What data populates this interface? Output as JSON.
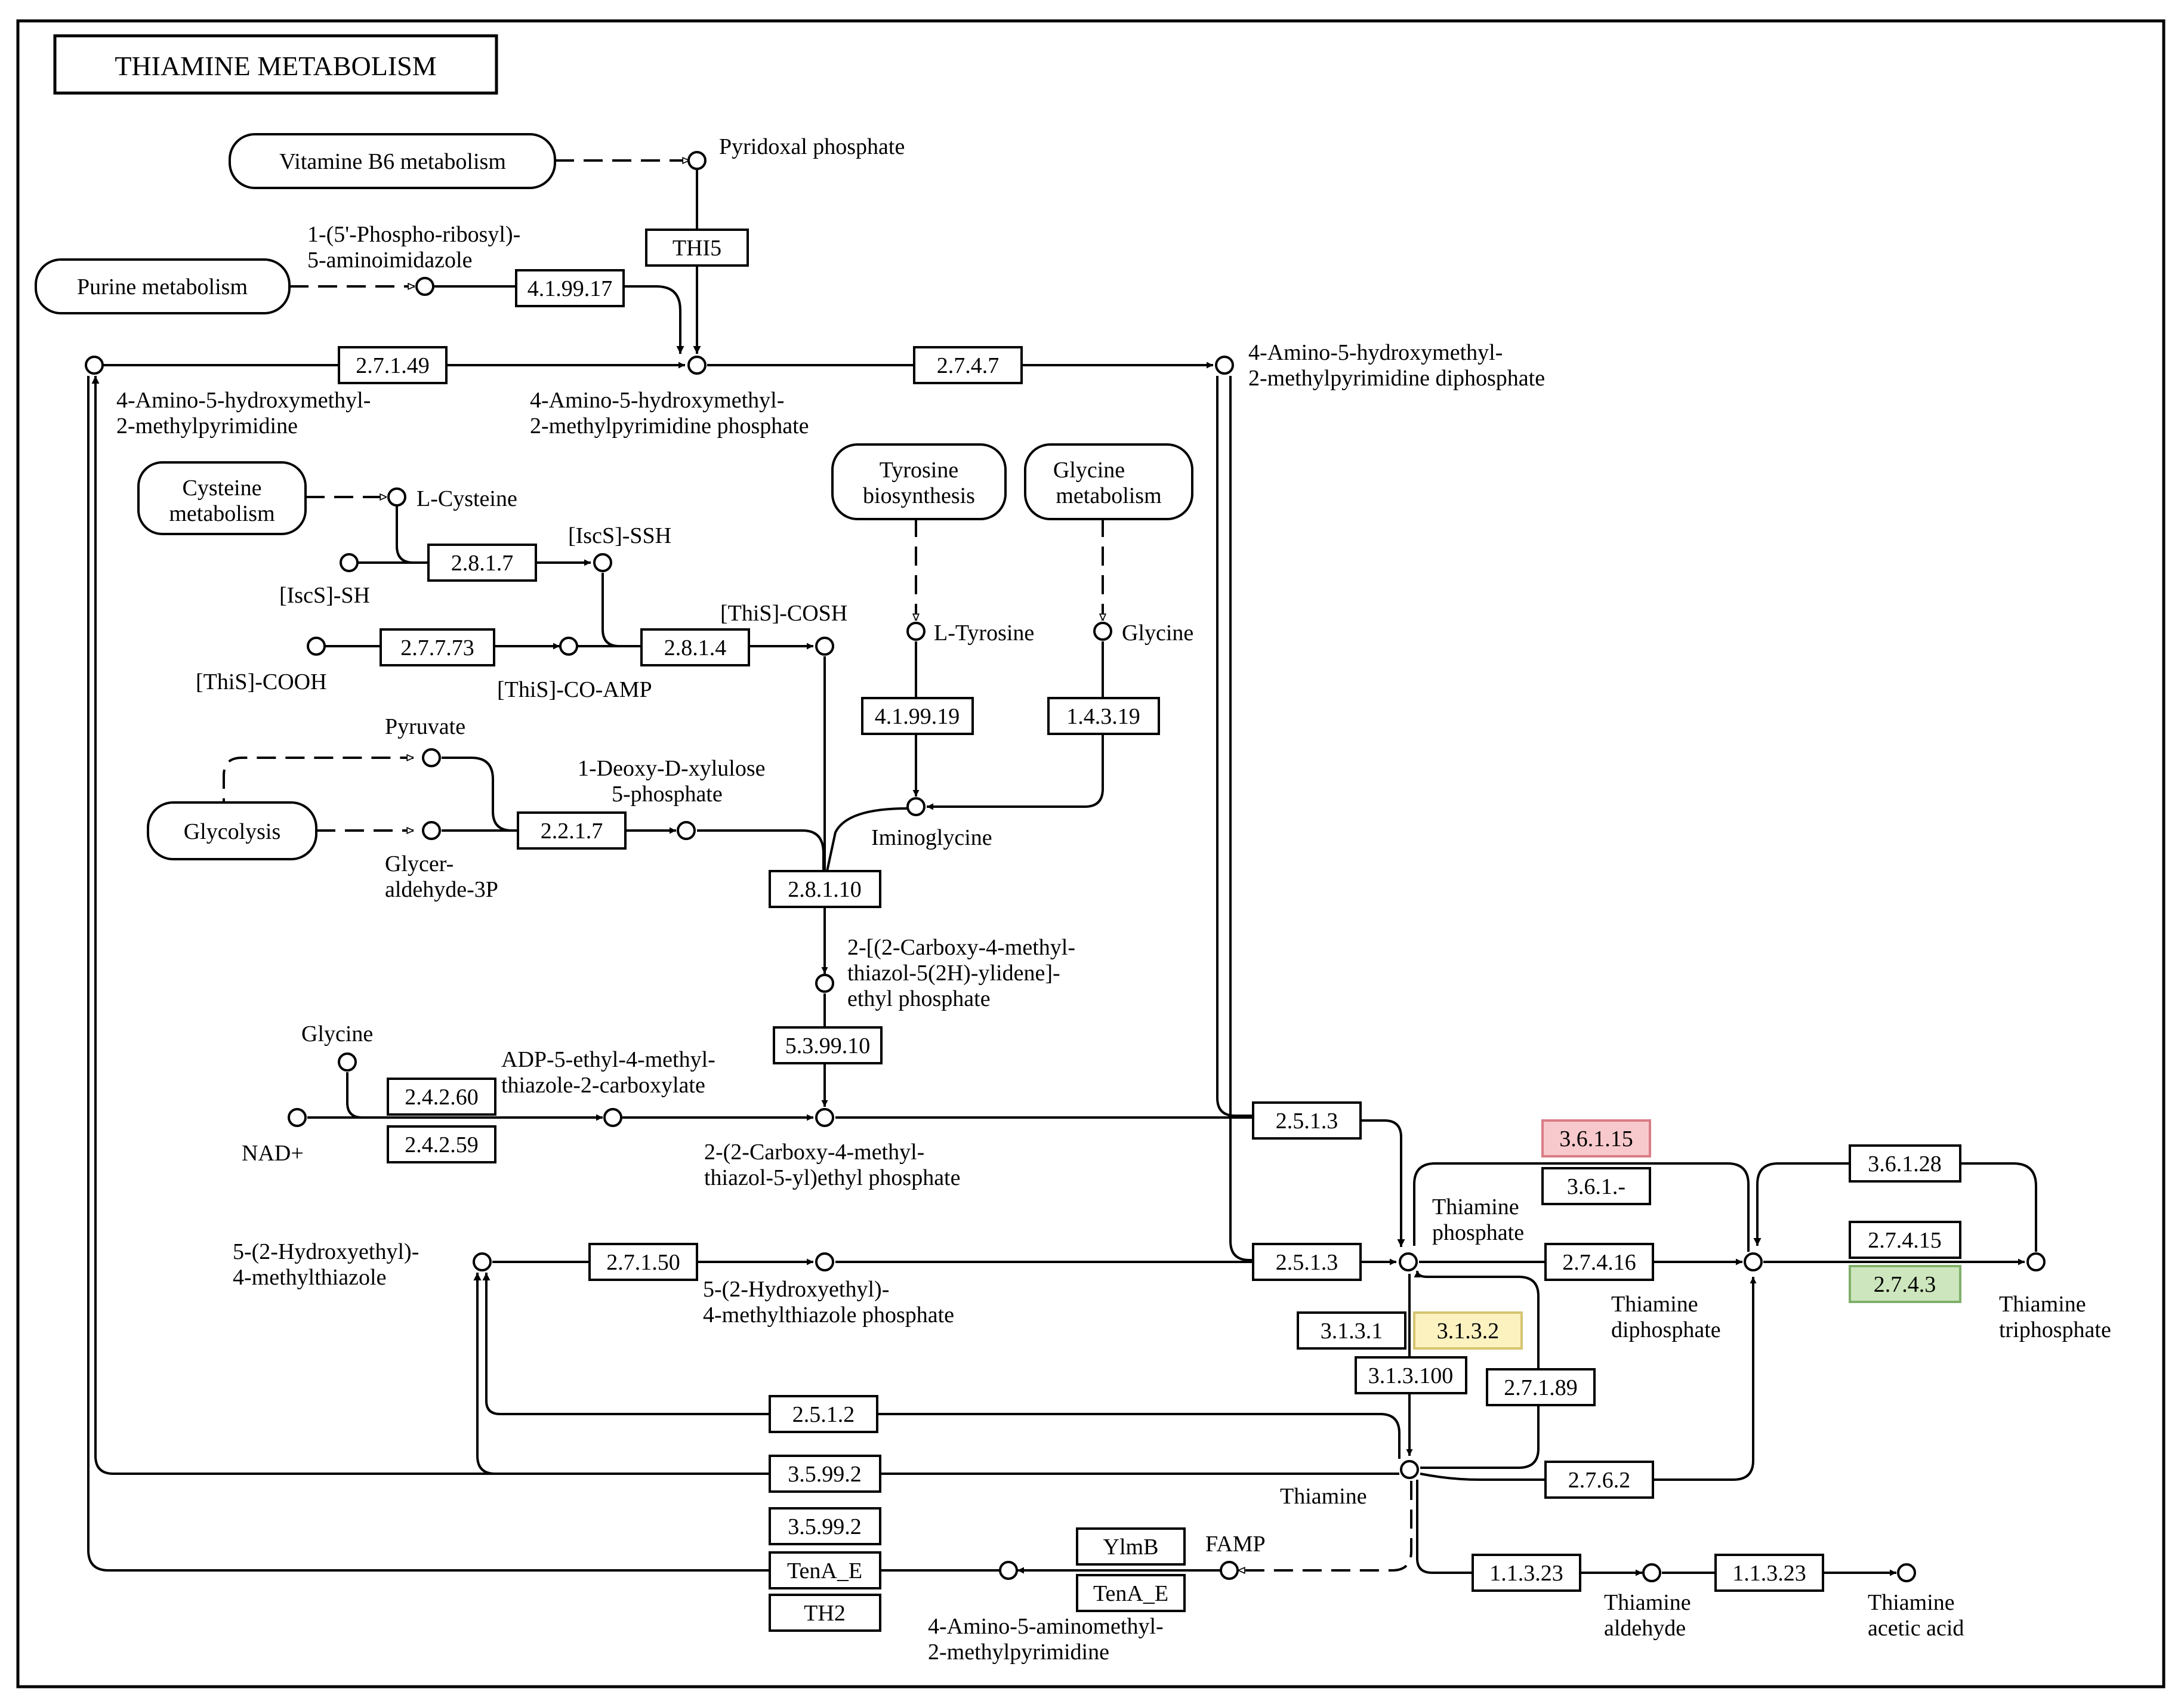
{
  "title": "THIAMINE METABOLISM",
  "colors": {
    "up": "#f8c9cc",
    "up_border": "#d87c84",
    "mid": "#fbf2c0",
    "mid_border": "#d6c470",
    "down": "#cde6bd",
    "down_border": "#80b06a"
  },
  "pathways": {
    "vitb6": "Vitamine B6 metabolism",
    "purine": "Purine metabolism",
    "cysteine_1": "Cysteine",
    "cysteine_2": "metabolism",
    "tyrosine_1": "Tyrosine",
    "tyrosine_2": "biosynthesis",
    "glycine_1": "Glycine",
    "glycine_2": "metabolism",
    "glycolysis": "Glycolysis"
  },
  "compounds": {
    "pyridoxal": "Pyridoxal phosphate",
    "air_1": "1-(5'-Phospho-ribosyl)-",
    "air_2": "5-aminoimidazole",
    "hmp_1": "4-Amino-5-hydroxymethyl-",
    "hmp_2": "2-methylpyrimidine",
    "hmpp_1": "4-Amino-5-hydroxymethyl-",
    "hmpp_2": "2-methylpyrimidine phosphate",
    "hmppp_1": "4-Amino-5-hydroxymethyl-",
    "hmppp_2": "2-methylpyrimidine diphosphate",
    "lcys": "L-Cysteine",
    "iscs_ssh": "[IscS]-SSH",
    "iscs_sh": "[IscS]-SH",
    "this_cosh": "[ThiS]-COSH",
    "this_cooh": "[ThiS]-COOH",
    "this_coamp": "[ThiS]-CO-AMP",
    "ltyr": "L-Tyrosine",
    "glycine": "Glycine",
    "pyruvate": "Pyruvate",
    "dxp_1": "1-Deoxy-D-xylulose",
    "dxp_2": "5-phosphate",
    "iminoglycine": "Iminoglycine",
    "g3p_1": "Glycer-",
    "g3p_2": "aldehyde-3P",
    "cmt_1": "2-[(2-Carboxy-4-methyl-",
    "cmt_2": "thiazol-5(2H)-ylidene]-",
    "cmt_2b": "ethyl phosphate",
    "glycine2": "Glycine",
    "adp_1": "ADP-5-ethyl-4-methyl-",
    "adp_2": "thiazole-2-carboxylate",
    "nad": "NAD+",
    "cmtp_1": "2-(2-Carboxy-4-methyl-",
    "cmtp_2": "thiazol-5-yl)ethyl phosphate",
    "hmt_1": "5-(2-Hydroxyethyl)-",
    "hmt_2": "4-methylthiazole",
    "hmtp_1": "5-(2-Hydroxyethyl)-",
    "hmtp_2": "4-methylthiazole phosphate",
    "tmp_1": "Thiamine",
    "tmp_2": "phosphate",
    "tdp_1": "Thiamine",
    "tdp_2": "diphosphate",
    "ttp_1": "Thiamine",
    "ttp_2": "triphosphate",
    "thiamine": "Thiamine",
    "famp": "FAMP",
    "amp_1": "4-Amino-5-aminomethyl-",
    "amp_2": "2-methylpyrimidine",
    "ald_1": "Thiamine",
    "ald_2": "aldehyde",
    "acid_1": "Thiamine",
    "acid_2": "acetic acid"
  },
  "enzymes": {
    "thi5": "THI5",
    "e4_1_99_17": "4.1.99.17",
    "e2_7_1_49": "2.7.1.49",
    "e2_7_4_7": "2.7.4.7",
    "e2_8_1_7": "2.8.1.7",
    "e2_7_7_73": "2.7.7.73",
    "e2_8_1_4": "2.8.1.4",
    "e4_1_99_19": "4.1.99.19",
    "e1_4_3_19": "1.4.3.19",
    "e2_2_1_7": "2.2.1.7",
    "e2_8_1_10": "2.8.1.10",
    "e5_3_99_10": "5.3.99.10",
    "e2_4_2_60": "2.4.2.60",
    "e2_4_2_59": "2.4.2.59",
    "e2_5_1_3_a": "2.5.1.3",
    "e2_5_1_3_b": "2.5.1.3",
    "e2_7_1_50": "2.7.1.50",
    "e3_6_1_15": "3.6.1.15",
    "e3_6_1_x": "3.6.1.-",
    "e2_7_4_16": "2.7.4.16",
    "e3_6_1_28": "3.6.1.28",
    "e2_7_4_15": "2.7.4.15",
    "e2_7_4_3": "2.7.4.3",
    "e3_1_3_1": "3.1.3.1",
    "e3_1_3_2": "3.1.3.2",
    "e3_1_3_100": "3.1.3.100",
    "e2_7_1_89": "2.7.1.89",
    "e2_5_1_2": "2.5.1.2",
    "e3_5_99_2_a": "3.5.99.2",
    "e2_7_6_2": "2.7.6.2",
    "e3_5_99_2_b": "3.5.99.2",
    "tena_e_a": "TenA_E",
    "th2": "TH2",
    "ylmb": "YlmB",
    "tena_e_b": "TenA_E",
    "e1_1_3_23_a": "1.1.3.23",
    "e1_1_3_23_b": "1.1.3.23"
  }
}
